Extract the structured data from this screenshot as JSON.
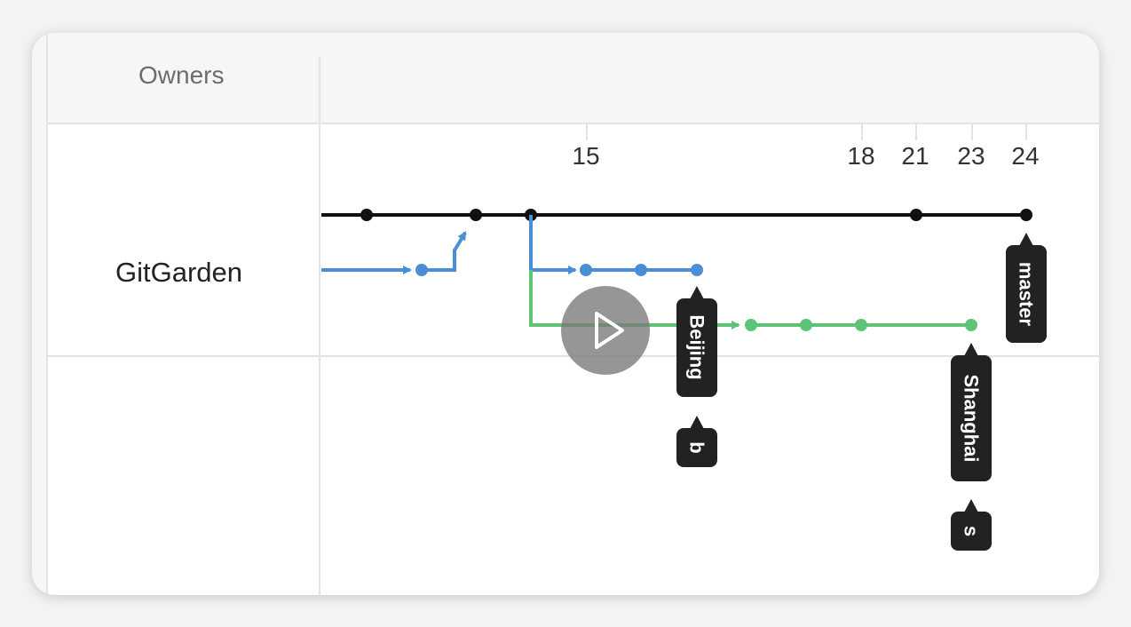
{
  "header": {
    "owners_label": "Owners"
  },
  "rows": [
    {
      "owner": "GitGarden"
    }
  ],
  "timeline": {
    "ticks": [
      "15",
      "18",
      "21",
      "23",
      "24"
    ]
  },
  "branches": {
    "master": {
      "label": "master",
      "color": "#111111"
    },
    "beijing": {
      "label": "Beijing",
      "color": "#4a8fd4",
      "tag": "b"
    },
    "shanghai": {
      "label": "Shanghai",
      "color": "#5dc477",
      "tag": "s"
    }
  },
  "player": {
    "control": "play-icon"
  }
}
